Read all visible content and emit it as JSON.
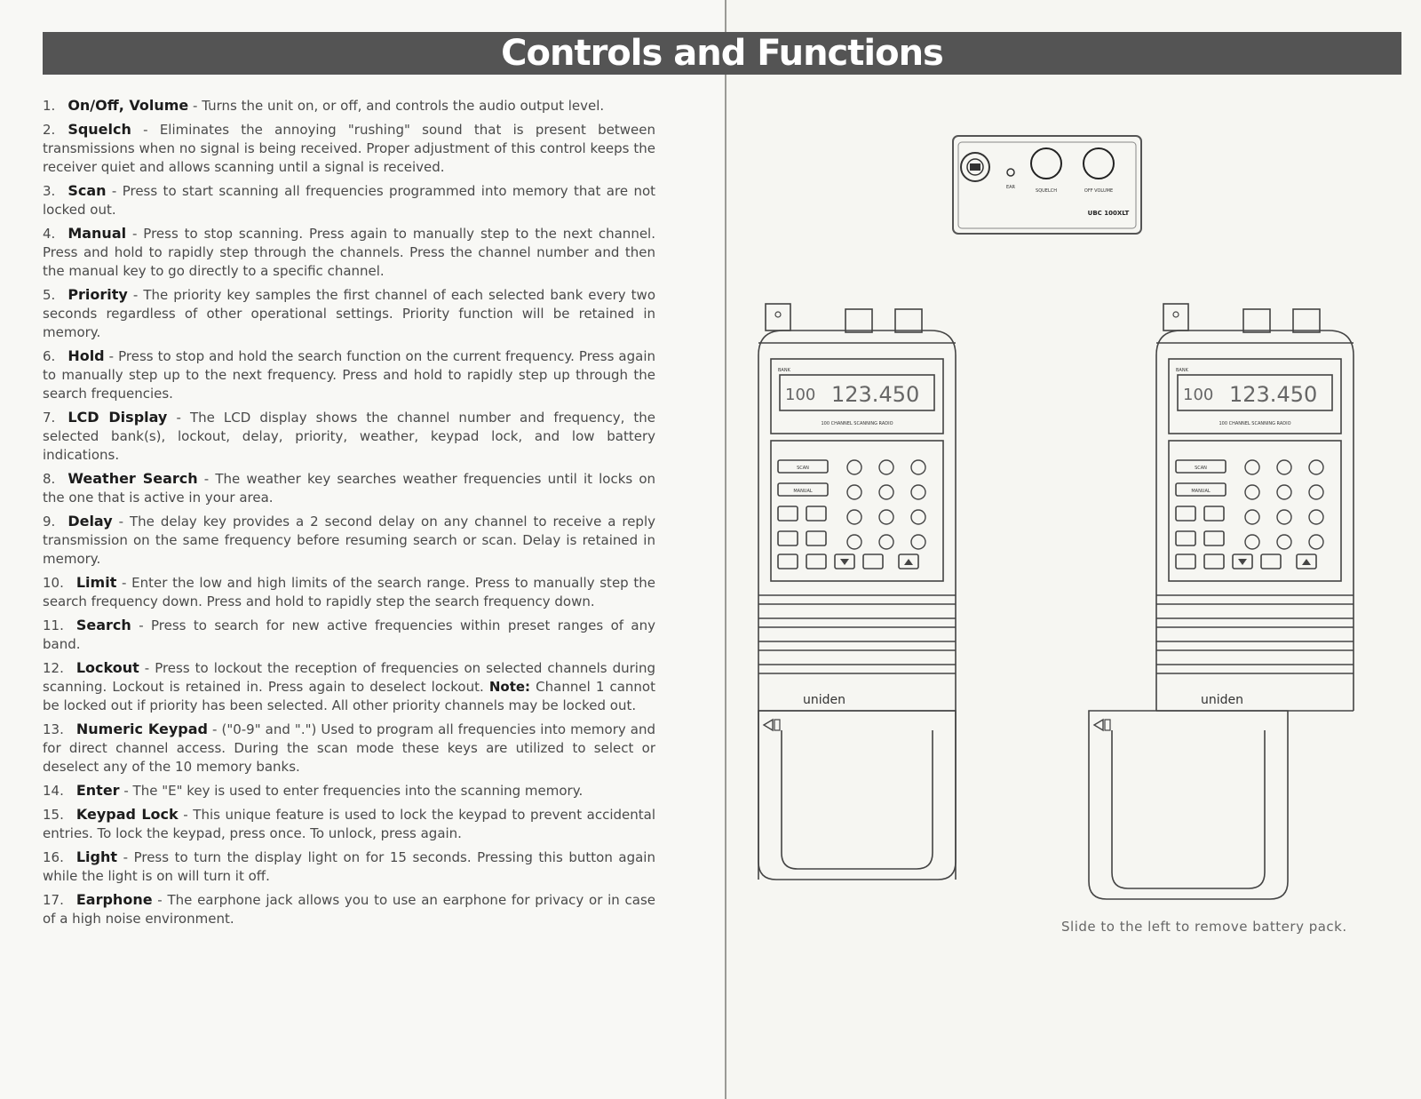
{
  "title": "Controls and Functions",
  "items": [
    {
      "num": "1.",
      "name": "On/Off, Volume",
      "text": "Turns the unit on, or off, and controls the audio output level."
    },
    {
      "num": "2.",
      "name": "Squelch",
      "text": "Eliminates the annoying \"rushing\" sound that is present between transmissions when no signal is being received. Proper adjustment of this control keeps the receiver quiet and allows scanning until a signal is received."
    },
    {
      "num": "3.",
      "name": "Scan",
      "text": "Press to start scanning all frequencies programmed into memory that are not locked out."
    },
    {
      "num": "4.",
      "name": "Manual",
      "text": "Press to stop scanning. Press again to manually step to the next channel. Press and hold to rapidly step through the channels. Press the channel number and then the manual key to go directly to a specific channel."
    },
    {
      "num": "5.",
      "name": "Priority",
      "text": "The priority key samples the first channel of each selected bank every two seconds regardless of other operational settings. Priority function will be retained in memory."
    },
    {
      "num": "6.",
      "name": "Hold",
      "text": "Press to stop and hold the search function on the current frequency. Press again to manually step up to the next frequency. Press and hold to rapidly step up through the search frequencies."
    },
    {
      "num": "7.",
      "name": "LCD Display",
      "text": "The LCD display shows the channel number and frequency, the selected bank(s), lockout, delay, priority, weather, keypad lock, and low battery indications."
    },
    {
      "num": "8.",
      "name": "Weather Search",
      "text": "The weather key searches weather frequencies until it locks on the one that is active in your area."
    },
    {
      "num": "9.",
      "name": "Delay",
      "text": "The delay key provides a 2 second delay on any channel to receive a reply transmission on the same frequency before resuming search or scan. Delay is retained in memory."
    },
    {
      "num": "10.",
      "name": "Limit",
      "text": "Enter the low and high limits of the search range. Press to manually step the search frequency down. Press and hold to rapidly step the search frequency down."
    },
    {
      "num": "11.",
      "name": "Search",
      "text": "Press to search for new active frequencies within preset ranges of any band."
    },
    {
      "num": "12.",
      "name": "Lockout",
      "text": "Press to lockout the reception of frequencies on selected channels during scanning. Lockout is retained in. Press again to deselect lockout.",
      "note_label": "Note:",
      "note_text": "Channel 1 cannot be locked out if priority has been selected. All other priority channels may be locked out."
    },
    {
      "num": "13.",
      "name": "Numeric Keypad",
      "text": "(\"0-9\" and \".\") Used to program all frequencies into memory and for direct channel access. During the scan mode these keys are utilized to select or deselect any of the 10 memory banks."
    },
    {
      "num": "14.",
      "name": "Enter",
      "text": "The \"E\" key is used to enter frequencies into the scanning memory."
    },
    {
      "num": "15.",
      "name": "Keypad Lock",
      "text": "This unique feature is used to lock the keypad to prevent accidental entries. To lock the keypad, press once. To unlock, press again."
    },
    {
      "num": "16.",
      "name": "Light",
      "text": "Press to turn the display light on for 15 seconds. Pressing this button again while the light is on will turn it off."
    },
    {
      "num": "17.",
      "name": "Earphone",
      "text": "The earphone jack allows you to use an earphone for privacy or in case of a high noise environment."
    }
  ],
  "separator": " - ",
  "top_panel": {
    "ear_label": "EAR",
    "squelch_label": "SQUELCH",
    "volume_label": "OFF VOLUME",
    "model": "UBC 100XLT"
  },
  "scanner": {
    "bank_label": "BANK",
    "lcd_digits": "123.450",
    "lcd_channel": "100",
    "radio_label": "100 CHANNEL SCANNING RADIO",
    "scan_key": "SCAN",
    "manual_key": "MANUAL",
    "brand": "uniden"
  },
  "caption": "Slide to the left to remove battery pack."
}
